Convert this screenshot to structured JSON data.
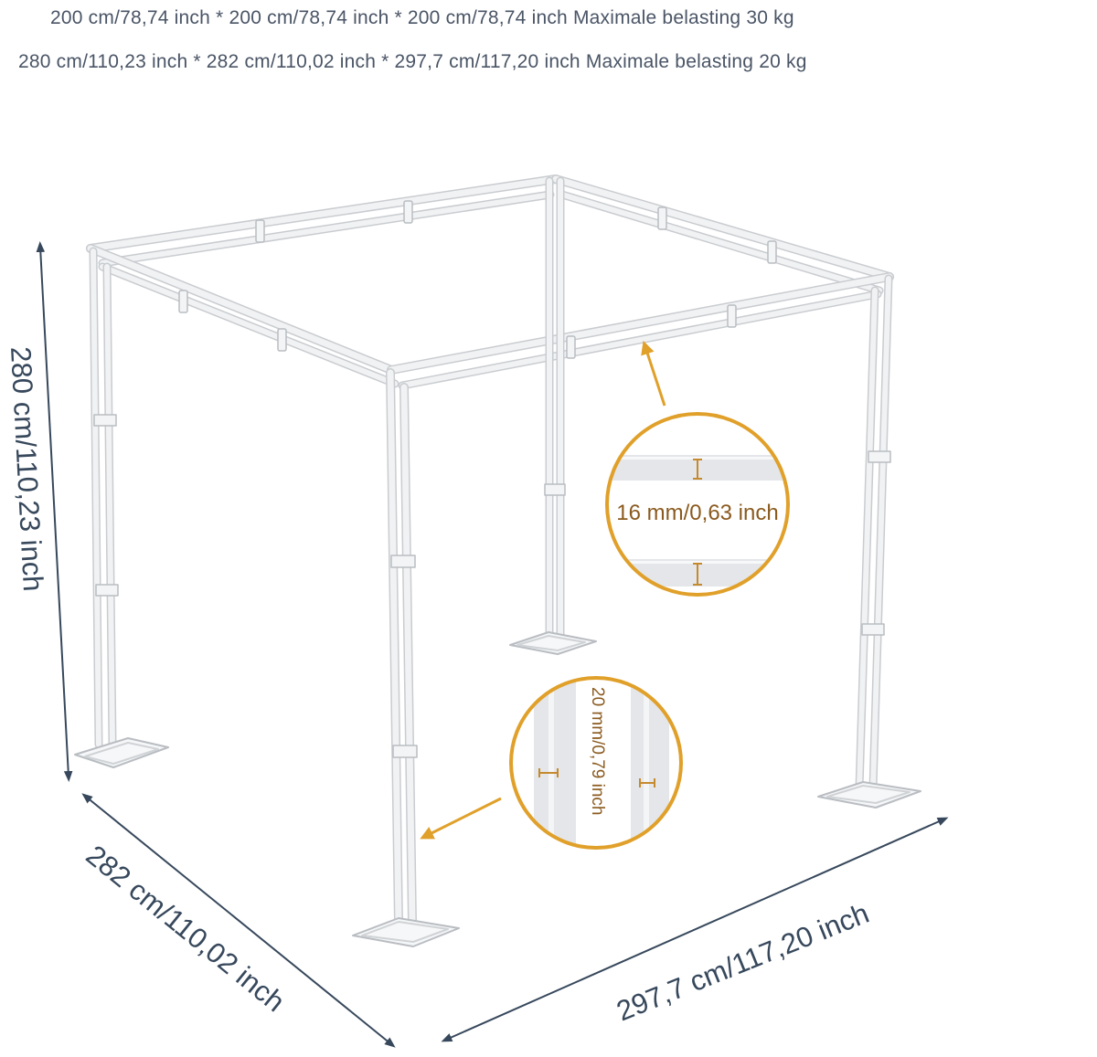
{
  "specs": {
    "line1": "200 cm/78,74 inch * 200 cm/78,74 inch * 200 cm/78,74 inch Maximale belasting 30 kg",
    "line2": "280 cm/110,23 inch * 282 cm/110,02 inch * 297,7 cm/117,20 inch Maximale belasting 20 kg"
  },
  "dimensions": {
    "height": "280 cm/110,23 inch",
    "depth": "282 cm/110,02 inch",
    "width": "297,7 cm/117,20 inch"
  },
  "callouts": {
    "top_tube": "16 mm/0,63 inch",
    "leg_tube": "20 mm/0,79 inch"
  },
  "colors": {
    "dimension_line": "#37485c",
    "callout_accent": "#e0a02a",
    "frame": "#e9eaec",
    "frame_edge": "#c9ccd0"
  }
}
